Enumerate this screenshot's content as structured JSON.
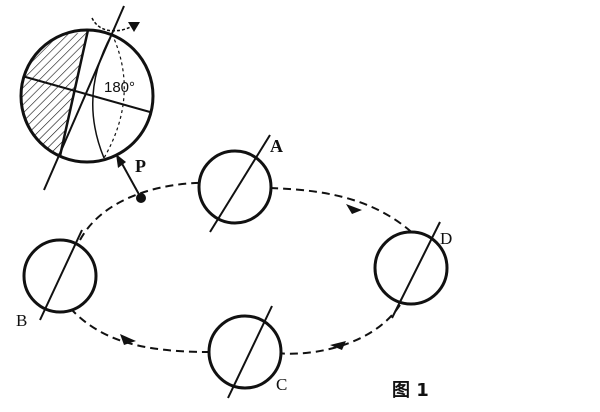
{
  "inset": {
    "degree_label": "180°"
  },
  "orbit": {
    "positions": [
      {
        "id": "A",
        "label": "A"
      },
      {
        "id": "B",
        "label": "B"
      },
      {
        "id": "C",
        "label": "C"
      },
      {
        "id": "D",
        "label": "D"
      }
    ],
    "point_p": "P"
  },
  "caption": "图 1",
  "colors": {
    "ink": "#111111",
    "background": "#ffffff"
  }
}
